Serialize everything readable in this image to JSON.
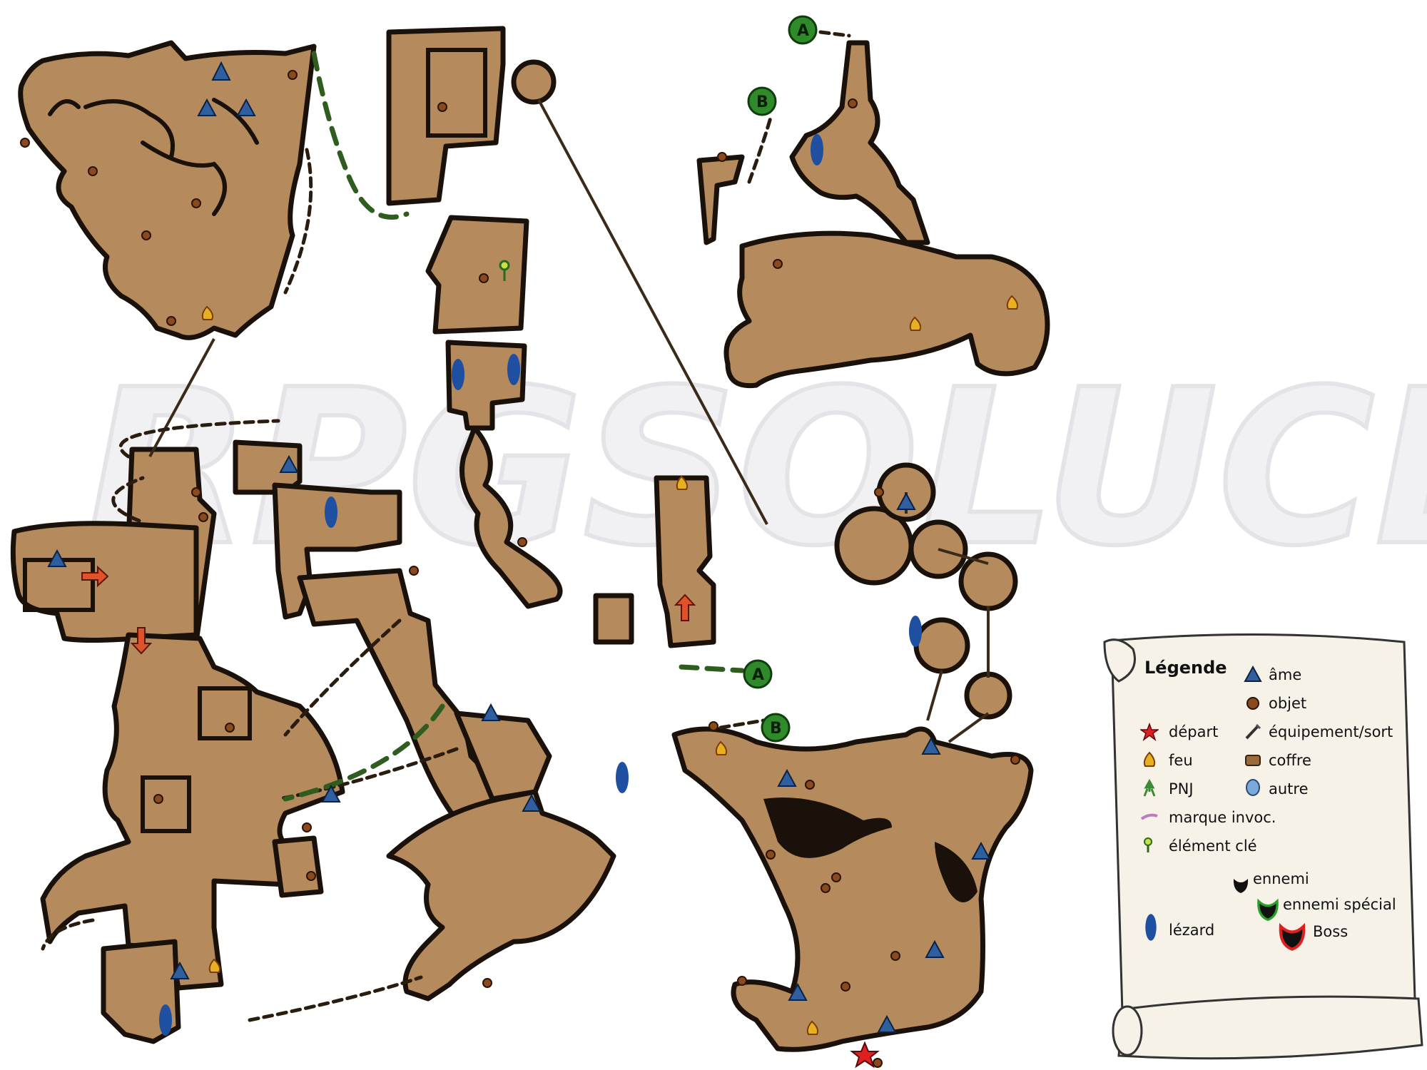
{
  "watermark": "RPGSOLUCE",
  "waypoints": {
    "a": "A",
    "b": "B"
  },
  "legend": {
    "title": "Légende",
    "items": {
      "ame": "âme",
      "objet": "objet",
      "depart": "départ",
      "equipement": "équipement/sort",
      "feu": "feu",
      "coffre": "coffre",
      "pnj": "PNJ",
      "autre": "autre",
      "marque": "marque invoc.",
      "cle": "élément clé",
      "ennemi": "ennemi",
      "ennemi_special": "ennemi spécial",
      "lezard": "lézard",
      "boss": "Boss"
    }
  },
  "colors": {
    "floor": "#b58a5c",
    "wall": "#1a120a",
    "soul": "#2f5f9e",
    "lizard": "#1f4fa0",
    "fire": "#e8b020",
    "start": "#e02020",
    "arrow": "#e0522a",
    "npc": "#3b8a35",
    "waypoint": "#2f8a2a"
  }
}
